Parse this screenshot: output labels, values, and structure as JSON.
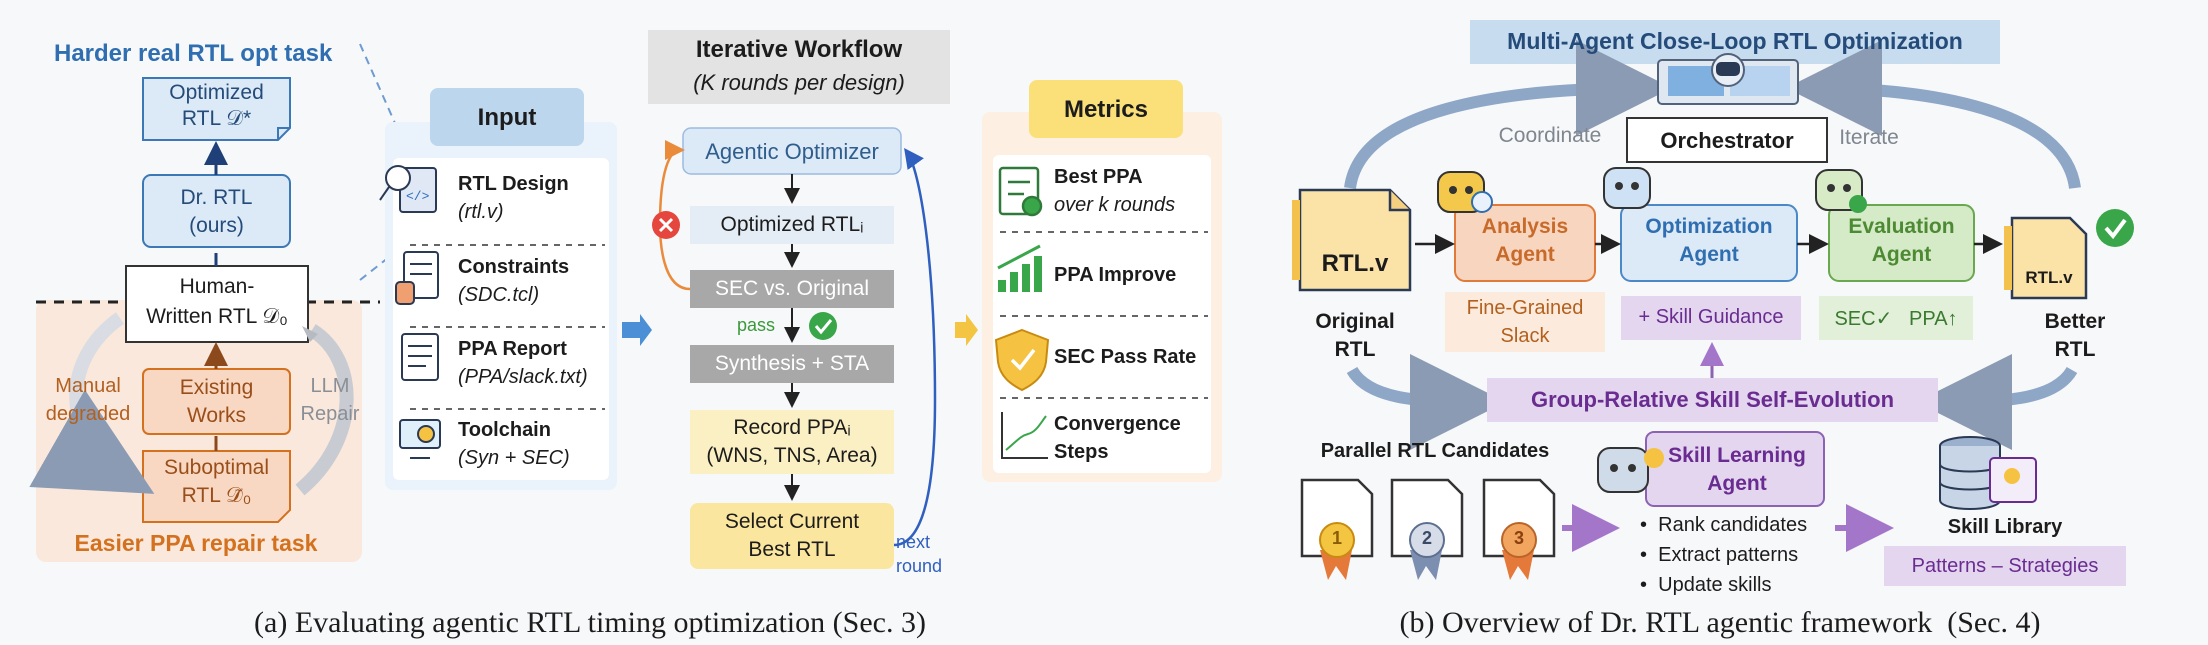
{
  "panel_a": {
    "caption": "(a) Evaluating agentic RTL timing optimization (Sec. 3)",
    "harder_title": "Harder real RTL opt task",
    "easier_title": "Easier PPA repair task",
    "optimized_rtl": [
      "Optimized",
      "RTL 𝒟*"
    ],
    "dr_rtl": [
      "Dr. RTL",
      "(ours)"
    ],
    "human_written": [
      "Human-",
      "Written RTL 𝒟₀"
    ],
    "existing_works": [
      "Existing",
      "Works"
    ],
    "suboptimal": [
      "Suboptimal",
      "RTL 𝒟̃₀"
    ],
    "manual_degraded": [
      "Manual",
      "degraded"
    ],
    "llm_repair": [
      "LLM",
      "Repair"
    ],
    "input": {
      "title": "Input",
      "items": [
        {
          "name": "RTL Design",
          "sub": "(rtl.v)"
        },
        {
          "name": "Constraints",
          "sub": "(SDC.tcl)"
        },
        {
          "name": "PPA Report",
          "sub": "(PPA/slack.txt)"
        },
        {
          "name": "Toolchain",
          "sub": "(Syn + SEC)"
        }
      ]
    },
    "workflow": {
      "title": "Iterative Workflow",
      "subtitle": "(K rounds per design)",
      "agentic_optimizer": "Agentic Optimizer",
      "optimized_rtl": "Optimized RTLᵢ",
      "sec_vs_original": "SEC vs. Original",
      "pass": "pass",
      "synthesis_sta": "Synthesis + STA",
      "record_ppa": [
        "Record PPAᵢ",
        "(WNS, TNS, Area)"
      ],
      "select_best": [
        "Select Current",
        "Best RTL"
      ],
      "next_round": [
        "next",
        "round"
      ]
    },
    "metrics": {
      "title": "Metrics",
      "items": [
        {
          "name": "Best PPA",
          "sub": "over k rounds"
        },
        {
          "name": "PPA Improve",
          "sub": ""
        },
        {
          "name": "SEC Pass Rate",
          "sub": ""
        },
        {
          "name": "Convergence",
          "sub": "Steps"
        }
      ]
    }
  },
  "panel_b": {
    "caption": "(b) Overview of Dr. RTL agentic framework  (Sec. 4)",
    "title": "Multi-Agent Close-Loop RTL Optimization",
    "orchestrator": "Orchestrator",
    "coordinate": "Coordinate",
    "iterate": "Iterate",
    "rtl_file": "RTL.v",
    "original_rtl": [
      "Original",
      "RTL"
    ],
    "analysis_agent": [
      "Analysis",
      "Agent"
    ],
    "optimization_agent": [
      "Optimization",
      "Agent"
    ],
    "evaluation_agent": [
      "Evaluation",
      "Agent"
    ],
    "fine_grained": [
      "Fine-Grained",
      "Slack"
    ],
    "skill_guidance": "+ Skill Guidance",
    "sec_ppa": "SEC✓   PPA↑",
    "better_rtl": [
      "Better",
      "RTL"
    ],
    "group_relative": "Group-Relative Skill Self-Evolution",
    "parallel_candidates": "Parallel RTL Candidates",
    "ranks": [
      "1",
      "2",
      "3"
    ],
    "skill_learning_agent": [
      "Skill Learning",
      "Agent"
    ],
    "bullets": [
      "Rank candidates",
      "Extract patterns",
      "Update skills"
    ],
    "skill_library": "Skill Library",
    "patterns_strategies": "Patterns – Strategies"
  },
  "colors": {
    "blue_title": "#2f6eb0",
    "orange_title": "#d3711f",
    "purple": "#6a2c91",
    "green_pass": "#3a9a3a"
  }
}
